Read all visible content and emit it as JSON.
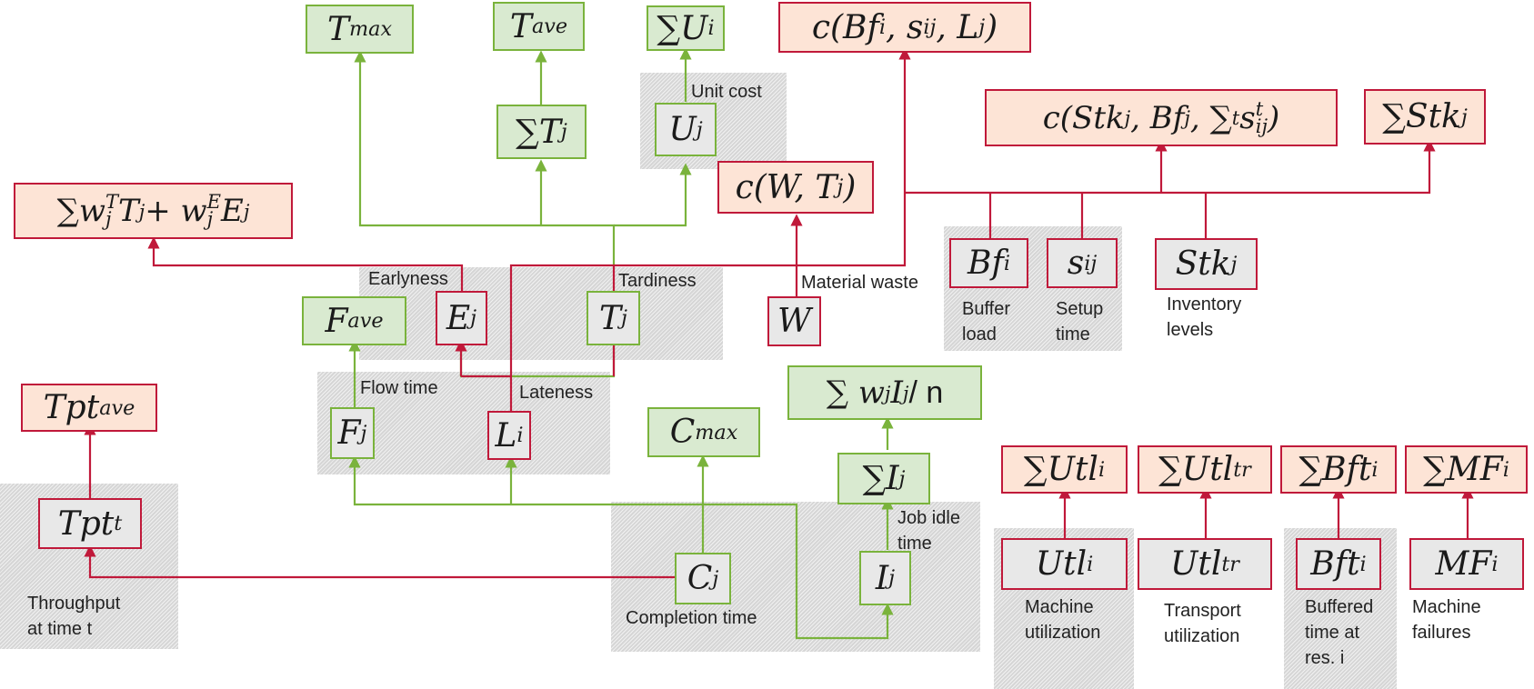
{
  "colors": {
    "green": "#7ab33c",
    "red": "#c0193a",
    "green_fill": "#d9ead0",
    "red_fill": "#fde4d6",
    "input_fill": "#e8e8e8"
  },
  "nodes": {
    "t_max": {
      "base": "T",
      "sub": "max"
    },
    "t_ave": {
      "base": "T",
      "sub": "ave"
    },
    "sum_u_i": {
      "base": "∑U",
      "sub": "i"
    },
    "c_bf": {
      "text": "c(Bf",
      "sub1": "i",
      "mid1": ", s",
      "sub2": "ij",
      "mid2": ", L",
      "sub3": "j",
      "end": ")"
    },
    "sum_t_j": {
      "base": "∑T",
      "sub": "j"
    },
    "u_j": {
      "base": "U",
      "sub": "j"
    },
    "c_stk": {
      "text": "c(Stk",
      "sub1": "j",
      "mid1": " , Bf",
      "sub2": "j",
      "mid2": ", ∑",
      "sub3": "t",
      "mid3": "s",
      "sup4": "t",
      "sub4": "ij",
      "end": ")"
    },
    "sum_stk": {
      "base": "∑Stk",
      "sub": "j"
    },
    "c_w": {
      "text": "c(W, T",
      "sub": "j",
      "end": ")"
    },
    "weighted": {
      "p1": "∑w",
      "sup1": "T",
      "sub1": "j",
      "p2": "T",
      "sub2": "j",
      "p3": " + w",
      "sup3": "E",
      "sub3": "j",
      "p4": "E",
      "sub4": "j"
    },
    "f_ave": {
      "base": "F",
      "sub": "ave"
    },
    "e_j": {
      "base": "E",
      "sub": "j"
    },
    "t_j": {
      "base": "T",
      "sub": "j"
    },
    "w": {
      "base": "W"
    },
    "bf_i": {
      "base": "Bf",
      "sub": "i"
    },
    "s_ij": {
      "base": "s",
      "sub": "ij"
    },
    "stk_j": {
      "base": "Stk",
      "sub": "j"
    },
    "tpt_ave": {
      "base": "Tpt",
      "sub": "ave"
    },
    "f_j": {
      "base": "F",
      "sub": "j"
    },
    "l_i": {
      "base": "L",
      "sub": "i"
    },
    "c_max": {
      "base": "C",
      "sub": "max"
    },
    "sum_wi": {
      "p1": "∑ w",
      "sub1": "j",
      "p2": " I",
      "sub2": "j",
      "p3": " / n"
    },
    "sum_i_j": {
      "base": "∑I",
      "sub": "j"
    },
    "tpt_t": {
      "base": "Tpt",
      "sub": "t"
    },
    "c_j": {
      "base": "C",
      "sub": "j"
    },
    "i_j": {
      "base": "I",
      "sub": "j"
    },
    "sum_utl_i": {
      "base": "∑Utl",
      "sub": "i"
    },
    "sum_utl_tr": {
      "base": "∑Utl",
      "sub": "tr"
    },
    "sum_bft_i": {
      "base": "∑Bft",
      "sub": "i"
    },
    "sum_mf_i": {
      "base": "∑MF",
      "sub": "i"
    },
    "utl_i": {
      "base": "Utl",
      "sub": "i"
    },
    "utl_tr": {
      "base": "Utl",
      "sub": "tr"
    },
    "bft_i": {
      "base": "Bft",
      "sub": "i"
    },
    "mf_i": {
      "base": "MF",
      "sub": "i"
    }
  },
  "labels": {
    "unit_cost": "Unit cost",
    "earlyness": "Earlyness",
    "tardiness": "Tardiness",
    "material_waste": "Material waste",
    "buffer_load_1": "Buffer",
    "buffer_load_2": "load",
    "setup_time_1": "Setup",
    "setup_time_2": "time",
    "inventory_1": "Inventory",
    "inventory_2": "levels",
    "flow_time": "Flow time",
    "lateness": "Lateness",
    "job_idle_1": "Job idle",
    "job_idle_2": "time",
    "throughput_1": "Throughput",
    "throughput_2": "at time t",
    "completion_time": "Completion time",
    "machine_util_1": "Machine",
    "machine_util_2": "utilization",
    "transport_util_1": "Transport",
    "transport_util_2": "utilization",
    "buffered_1": "Buffered",
    "buffered_2": "time at",
    "buffered_3": "res. i",
    "machine_fail_1": "Machine",
    "machine_fail_2": "failures"
  }
}
